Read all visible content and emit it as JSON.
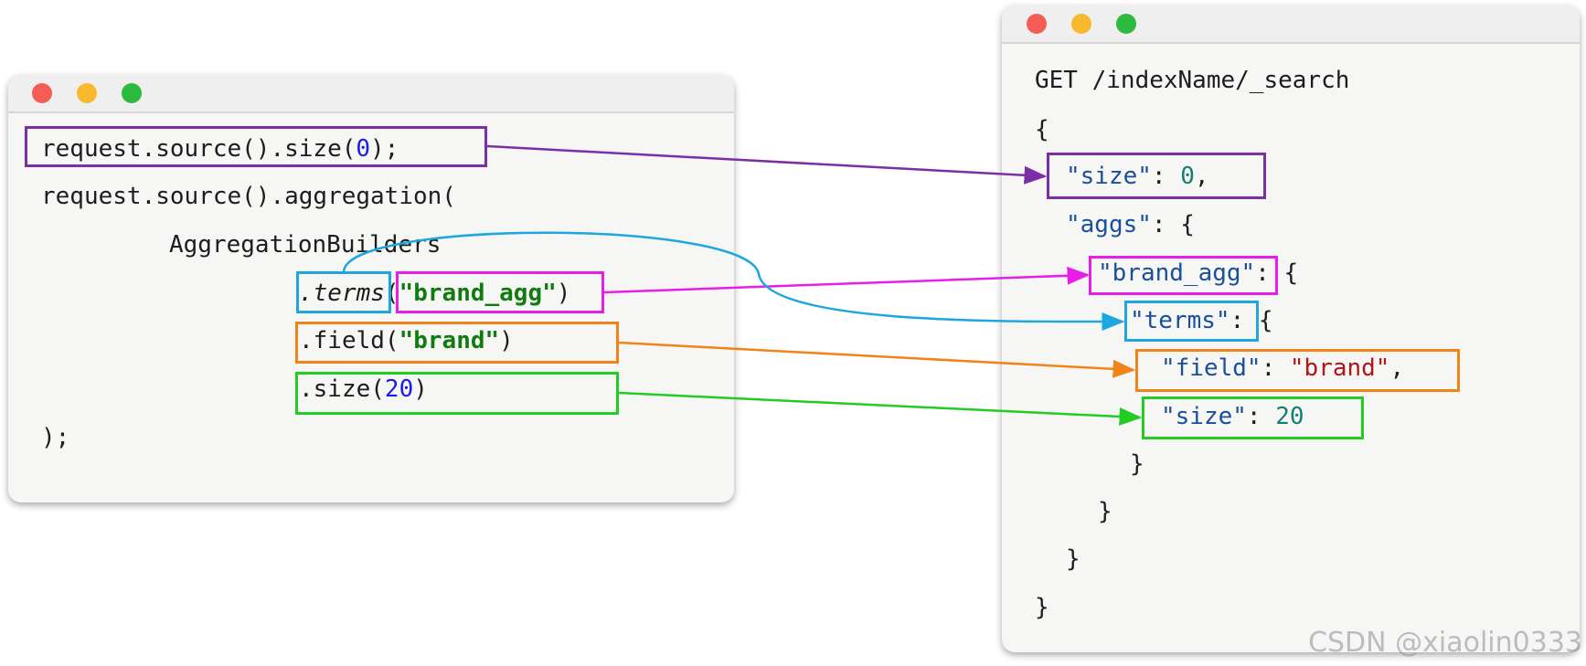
{
  "java": {
    "line1_prefix": "request.source().size(",
    "line1_num": "0",
    "line1_suffix": ");",
    "line2": "request.source().aggregation(",
    "line3": "AggregationBuilders",
    "line4_terms": ".terms",
    "line4_paren_open": "(",
    "line4_str": "\"brand_agg\"",
    "line4_paren_close": ")",
    "line5_prefix": ".field(",
    "line5_str": "\"brand\"",
    "line5_suffix": ")",
    "line6_prefix": ".size(",
    "line6_num": "20",
    "line6_suffix": ")",
    "line7": ");"
  },
  "dsl": {
    "line1": "GET /indexName/_search",
    "open_brace": "{",
    "size_key": "\"size\"",
    "size_colon": ": ",
    "size_val": "0",
    "size_comma": ",",
    "aggs_key": "\"aggs\"",
    "aggs_rest": ": {",
    "agg_name_key": "\"brand_agg\"",
    "agg_name_rest": ": {",
    "terms_key": "\"terms\"",
    "terms_rest": ": {",
    "field_key": "\"field\"",
    "field_colon": ": ",
    "field_val": "\"brand\"",
    "field_comma": ",",
    "size2_key": "\"size\"",
    "size2_colon": ": ",
    "size2_val": "20",
    "close1": "}",
    "close2": "}",
    "close3": "}",
    "close4": "}"
  },
  "colors": {
    "purple": "#7b2fa6",
    "magenta": "#e81ee8",
    "cyan": "#1ea6e0",
    "orange": "#f08418",
    "green": "#22cc22"
  },
  "watermark": "CSDN @xiaolin0333"
}
